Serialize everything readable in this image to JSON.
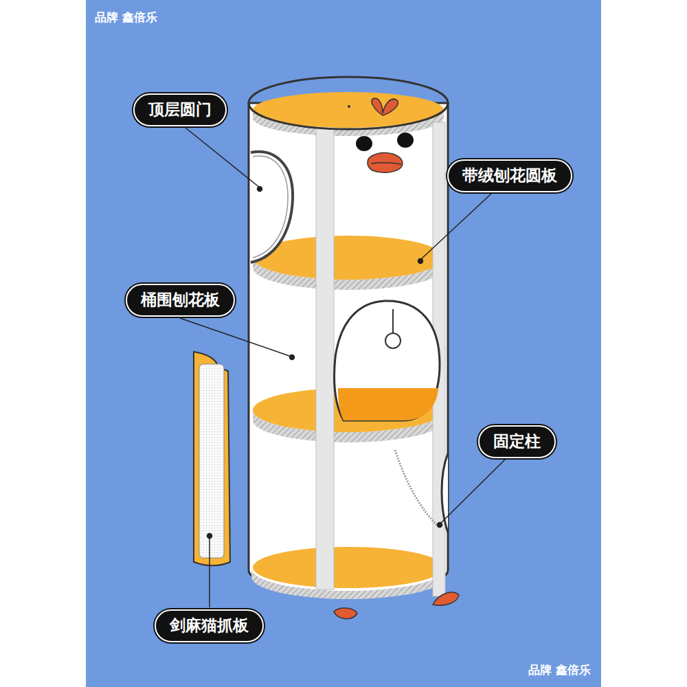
{
  "diagram": {
    "nodes": [
      {
        "text": [
          "顶层圆门"
        ]
      },
      {
        "text": [
          "带绒刨花圆板"
        ]
      },
      {
        "text": [
          "桶围刨花板"
        ]
      },
      {
        "text": [
          "固定柱"
        ]
      },
      {
        "text": [
          "剑麻猫抓板"
        ]
      }
    ],
    "labels": [
      "品牌 鑫倍乐",
      "品牌 鑫倍乐"
    ]
  }
}
